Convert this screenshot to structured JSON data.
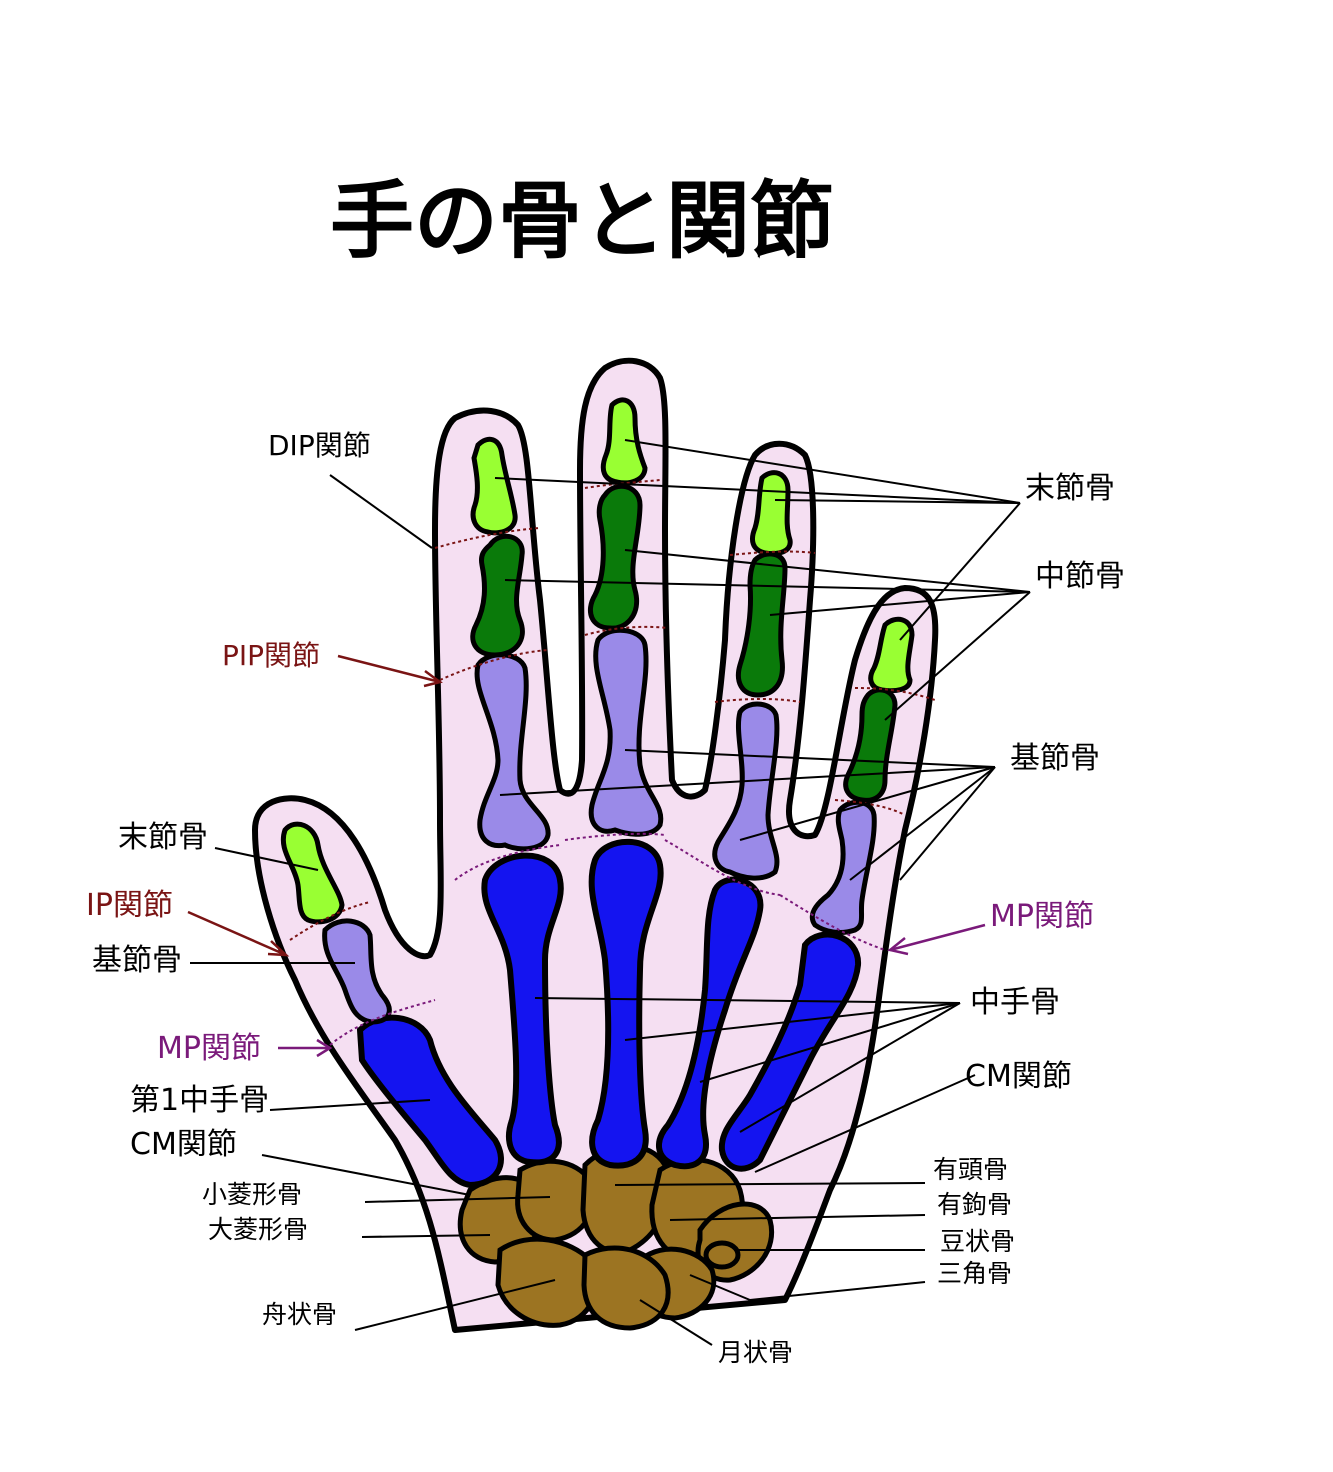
{
  "title": "手の骨と関節",
  "colors": {
    "skin": "#f5dff2",
    "distal": "#99ff33",
    "middle": "#0a7a0a",
    "proximal": "#9a8ae8",
    "metacarpal": "#1414f0",
    "carpal": "#9c7422",
    "joint_dark_red": "#7a1414",
    "joint_purple": "#7a1a7a",
    "outline": "#000000"
  },
  "labels": {
    "dip": "DIP関節",
    "pip": "PIP関節",
    "distal_right": "末節骨",
    "middle_right": "中節骨",
    "proximal_right": "基節骨",
    "distal_left": "末節骨",
    "ip": "IP関節",
    "proximal_left": "基節骨",
    "mp_left": "MP関節",
    "mp_right": "MP関節",
    "metacarpal_right": "中手骨",
    "cm_right": "CM関節",
    "first_metacarpal": "第1中手骨",
    "cm_left": "CM関節",
    "capitate": "有頭骨",
    "hamate": "有鉤骨",
    "pisiform": "豆状骨",
    "triquetrum": "三角骨",
    "trapezoid": "小菱形骨",
    "trapezium": "大菱形骨",
    "scaphoid": "舟状骨",
    "lunate": "月状骨"
  }
}
